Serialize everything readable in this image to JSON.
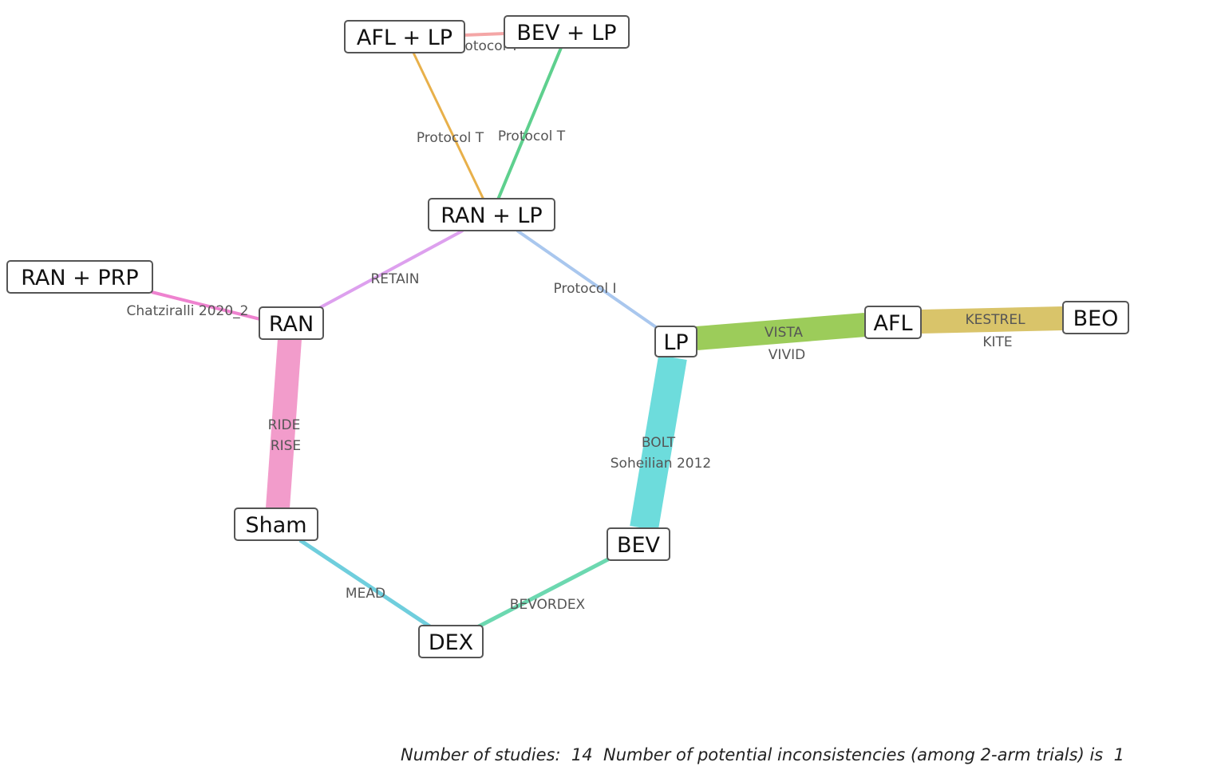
{
  "network": {
    "nodes": [
      {
        "id": "afl_lp",
        "label": "AFL + LP"
      },
      {
        "id": "bev_lp",
        "label": "BEV + LP"
      },
      {
        "id": "ran_lp",
        "label": "RAN + LP"
      },
      {
        "id": "ran_prp",
        "label": "RAN + PRP"
      },
      {
        "id": "ran",
        "label": "RAN"
      },
      {
        "id": "lp",
        "label": "LP"
      },
      {
        "id": "afl",
        "label": "AFL"
      },
      {
        "id": "beo",
        "label": "BEO"
      },
      {
        "id": "sham",
        "label": "Sham"
      },
      {
        "id": "bev",
        "label": "BEV"
      },
      {
        "id": "dex",
        "label": "DEX"
      }
    ],
    "edges": [
      {
        "id": "afl_lp-bev_lp",
        "source": "afl_lp",
        "target": "bev_lp",
        "studies": [
          "Protocol T"
        ],
        "color": "#f4a6a6"
      },
      {
        "id": "afl_lp-ran_lp",
        "source": "afl_lp",
        "target": "ran_lp",
        "studies": [
          "Protocol T"
        ],
        "color": "#e8b04a"
      },
      {
        "id": "bev_lp-ran_lp",
        "source": "bev_lp",
        "target": "ran_lp",
        "studies": [
          "Protocol T"
        ],
        "color": "#5ed08e"
      },
      {
        "id": "ran_lp-ran",
        "source": "ran_lp",
        "target": "ran",
        "studies": [
          "RETAIN"
        ],
        "color": "#dda0ee"
      },
      {
        "id": "ran_lp-lp",
        "source": "ran_lp",
        "target": "lp",
        "studies": [
          "Protocol I"
        ],
        "color": "#a9c7ee"
      },
      {
        "id": "ran_prp-ran",
        "source": "ran_prp",
        "target": "ran",
        "studies": [
          "Chatziralli 2020_2"
        ],
        "color": "#ee82cf"
      },
      {
        "id": "ran-sham",
        "source": "ran",
        "target": "sham",
        "studies": [
          "RIDE",
          "RISE"
        ],
        "color": "#f29ccb"
      },
      {
        "id": "lp-afl",
        "source": "lp",
        "target": "afl",
        "studies": [
          "VISTA",
          "VIVID"
        ],
        "color": "#9ccc5a"
      },
      {
        "id": "afl-beo",
        "source": "afl",
        "target": "beo",
        "studies": [
          "KESTREL",
          "KITE"
        ],
        "color": "#d9c46a"
      },
      {
        "id": "lp-bev",
        "source": "lp",
        "target": "bev",
        "studies": [
          "BOLT",
          "Soheilian 2012"
        ],
        "color": "#6ddcdc"
      },
      {
        "id": "sham-dex",
        "source": "sham",
        "target": "dex",
        "studies": [
          "MEAD"
        ],
        "color": "#6fcedd"
      },
      {
        "id": "dex-bev",
        "source": "dex",
        "target": "bev",
        "studies": [
          "BEVORDEX"
        ],
        "color": "#6cd8b0"
      }
    ]
  },
  "footer": {
    "studies_label": "Number of studies:",
    "studies_count": 14,
    "inconsistency_label": "Number of potential inconsistencies (among 2-arm trials) is",
    "inconsistency_count": 1
  }
}
